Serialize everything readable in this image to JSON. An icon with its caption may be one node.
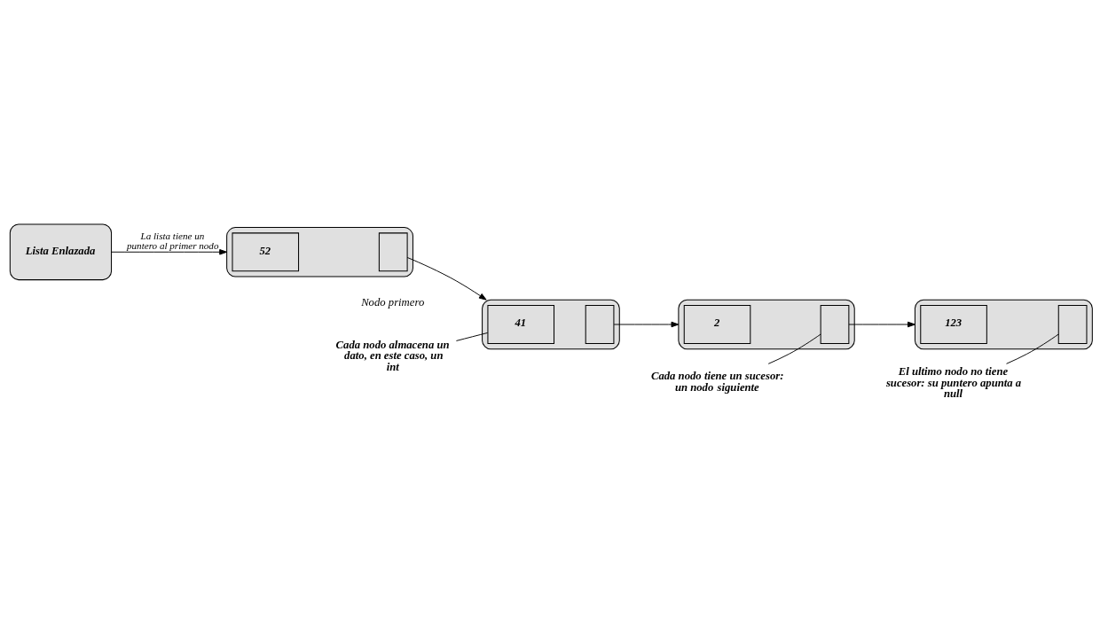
{
  "diagram": {
    "nodes": [
      {
        "text": [
          "Lista Enlazada"
        ]
      },
      {
        "text": [],
        "shape": "box",
        "beside": [
          "Nodo primero"
        ]
      },
      {
        "text": [
          "52"
        ],
        "in": 1
      },
      {
        "text": [],
        "shape": "box",
        "in": 1
      },
      {
        "text": [],
        "shape": "box"
      },
      {
        "text": [
          "41"
        ],
        "in": 4
      },
      {
        "text": [],
        "shape": "box",
        "in": 4
      },
      {
        "text": [],
        "shape": "box"
      },
      {
        "text": [
          "2"
        ],
        "in": 7
      },
      {
        "text": [],
        "shape": "box",
        "in": 7
      },
      {
        "text": [],
        "shape": "box"
      },
      {
        "text": [
          "123"
        ],
        "in": 10
      },
      {
        "text": [],
        "shape": "box",
        "in": 10
      },
      {
        "text": [
          "Cada nodo almacena un dato, en este caso, un **int**"
        ]
      },
      {
        "text": [
          "Cada nodo tiene un sucesor: un nodo **siguiente**"
        ]
      },
      {
        "text": [
          "El ultimo nodo no tiene sucesor: su puntero apunta a **null**"
        ]
      }
    ],
    "edges": [
      {
        "from": 0,
        "to": 1,
        "arrow": "to",
        "label": "La lista tiene un puntero al primer nodo"
      },
      {
        "from": 3,
        "to": 4,
        "arrow": "to"
      },
      {
        "from": 6,
        "to": 7,
        "arrow": "to"
      },
      {
        "from": 9,
        "to": 10,
        "arrow": "to"
      },
      {
        "from": 13,
        "to": 5,
        "arrow": "none"
      },
      {
        "from": 14,
        "to": 9,
        "arrow": "none"
      },
      {
        "from": 15,
        "to": 12,
        "arrow": "none"
      }
    ]
  }
}
